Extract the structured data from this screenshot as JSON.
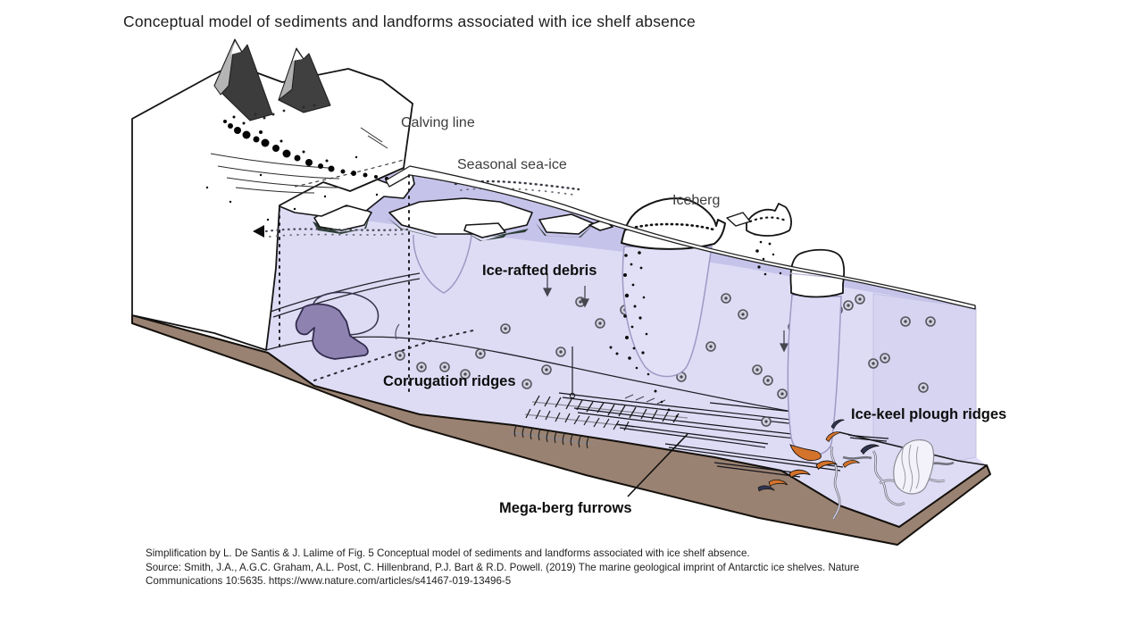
{
  "title": "Conceptual model of sediments and landforms associated with ice shelf absence",
  "diagram": {
    "labels": {
      "calving_line": "Calving line",
      "seasonal_sea_ice": "Seasonal sea-ice",
      "iceberg": "Iceberg",
      "ice_rafted_debris": "Ice-rafted debris",
      "corrugation_ridges": "Corrugation ridges",
      "ice_keel_plough_ridges": "Ice-keel plough ridges",
      "mega_berg_furrows": "Mega-berg furrows"
    },
    "colors": {
      "sea_surface": "#c6c3eb",
      "water_front_face": "#dedcf5",
      "water_right_face": "#d6d4f0",
      "seafloor_brown": "#9a8272",
      "grounding_wedge_purple": "#8e82b1",
      "plough_ridge_orange": "#d4732b",
      "plough_ridge_navy": "#2f3550",
      "ice_white": "#ffffff",
      "outline_black": "#161616"
    }
  },
  "caption": {
    "line1": "Simplification by L. De Santis & J. Lalime of Fig. 5 Conceptual model of sediments and landforms associated with ice shelf absence.",
    "line2": "Source: Smith, J.A., A.G.C. Graham, A.L. Post, C. Hillenbrand, P.J. Bart & R.D. Powell. (2019) The marine geological imprint of Antarctic ice shelves. Nature",
    "line3": "Communications 10:5635. https://www.nature.com/articles/s41467-019-13496-5"
  }
}
